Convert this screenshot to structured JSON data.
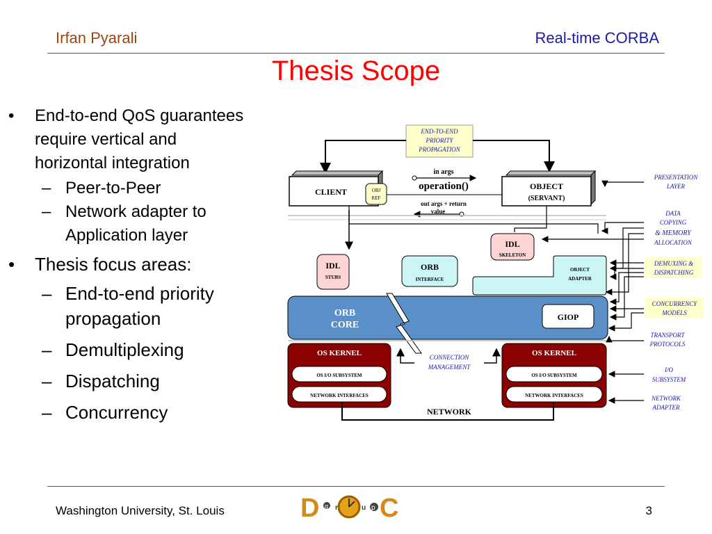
{
  "header": {
    "author": "Irfan Pyarali",
    "topic": "Real-time CORBA"
  },
  "title": "Thesis Scope",
  "bullets": {
    "b1_line1": "End-to-end QoS guarantees",
    "b1_line2": "require vertical and",
    "b1_line3": "horizontal integration",
    "b1_sub1": "Peer-to-Peer",
    "b1_sub2_line1": "Network adapter to",
    "b1_sub2_line2": "Application layer",
    "b2": "Thesis focus areas:",
    "b2_sub1_line1": "End-to-end priority",
    "b2_sub1_line2": "propagation",
    "b2_sub2": "Demultiplexing",
    "b2_sub3": "Dispatching",
    "b2_sub4": "Concurrency"
  },
  "diagram": {
    "priority_l1": "END-TO-END",
    "priority_l2": "PRIORITY",
    "priority_l3": "PROPAGATION",
    "client": "CLIENT",
    "objref_l1": "OBJ",
    "objref_l2": "REF",
    "in_args": "in  args",
    "operation": "operation()",
    "out_args_l1": "out  args + return",
    "out_args_l2": "value",
    "object_l1": "OBJECT",
    "object_l2": "(SERVANT)",
    "idl_skel_l1": "IDL",
    "idl_skel_l2": "SKELETON",
    "idl_stubs_l1": "IDL",
    "idl_stubs_l2": "STUBS",
    "orb_if_l1": "ORB",
    "orb_if_l2": "INTERFACE",
    "obj_adapter_l1": "OBJECT",
    "obj_adapter_l2": "ADAPTER",
    "orb_core_l1": "ORB",
    "orb_core_l2": "CORE",
    "giop": "GIOP",
    "os_kernel": "OS KERNEL",
    "os_io": "OS I/O SUBSYSTEM",
    "net_if": "NETWORK INTERFACES",
    "conn_l1": "CONNECTION",
    "conn_l2": "MANAGEMENT",
    "network": "NETWORK",
    "side": {
      "pres_l1": "PRESENTATION",
      "pres_l2": "LAYER",
      "data_l1": "DATA",
      "data_l2": "COPYING",
      "data_l3": "& MEMORY",
      "data_l4": "ALLOCATION",
      "demux_l1": "DEMUXING &",
      "demux_l2": "DISPATCHING",
      "conc_l1": "CONCURRENCY",
      "conc_l2": "MODELS",
      "trans_l1": "TRANSPORT",
      "trans_l2": "PROTOCOLS",
      "io_l1": "I/O",
      "io_l2": "SUBSYSTEM",
      "na_l1": "NETWORK",
      "na_l2": "ADAPTER"
    }
  },
  "footer": {
    "institution": "Washington University, St. Louis",
    "page": "3"
  },
  "logo": {
    "l1": "D",
    "l2": "r",
    "l3": "u",
    "l4": "p",
    "l5": "C",
    "l6": "g"
  },
  "colors": {
    "title": "#ff0000",
    "author": "#a0440a",
    "topic": "#1a1aa8",
    "orb_core": "#5b8fc8",
    "os_kernel": "#8b0000",
    "note_fill": "#ffffcc"
  }
}
